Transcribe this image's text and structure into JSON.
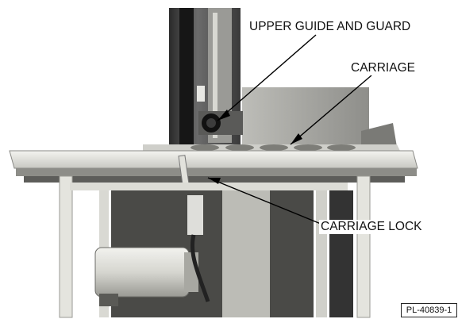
{
  "callouts": {
    "upper_guide": "UPPER GUIDE AND GUARD",
    "carriage": "CARRIAGE",
    "carriage_lock": "CARRIAGE LOCK"
  },
  "figure_id": "PL-40839-1"
}
